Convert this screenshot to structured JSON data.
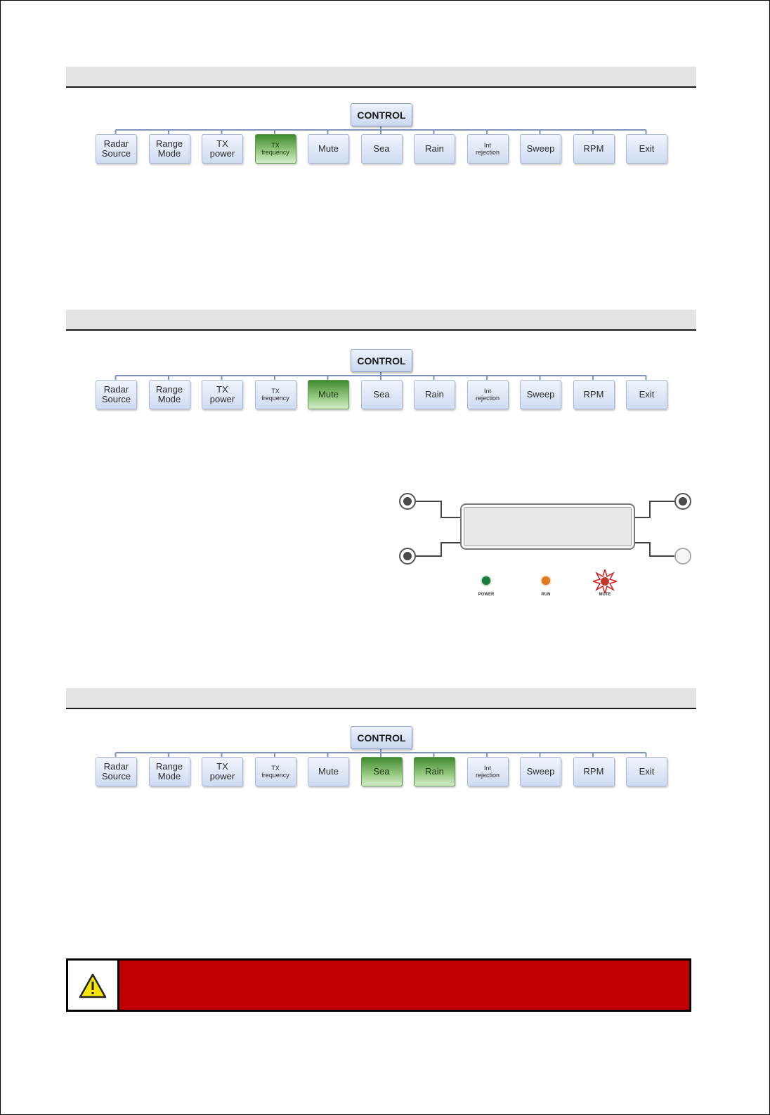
{
  "diagrams": [
    {
      "root": "CONTROL",
      "items": [
        {
          "label": "Radar\nSource",
          "active": false,
          "small": false
        },
        {
          "label": "Range\nMode",
          "active": false,
          "small": false
        },
        {
          "label": "TX\npower",
          "active": false,
          "small": false
        },
        {
          "label": "TX\nfrequency",
          "active": true,
          "small": true
        },
        {
          "label": "Mute",
          "active": false,
          "small": false
        },
        {
          "label": "Sea",
          "active": false,
          "small": false
        },
        {
          "label": "Rain",
          "active": false,
          "small": false
        },
        {
          "label": "Int\nrejection",
          "active": false,
          "small": true
        },
        {
          "label": "Sweep",
          "active": false,
          "small": false
        },
        {
          "label": "RPM",
          "active": false,
          "small": false
        },
        {
          "label": "Exit",
          "active": false,
          "small": false
        }
      ]
    },
    {
      "root": "CONTROL",
      "items": [
        {
          "label": "Radar\nSource",
          "active": false,
          "small": false
        },
        {
          "label": "Range\nMode",
          "active": false,
          "small": false
        },
        {
          "label": "TX\npower",
          "active": false,
          "small": false
        },
        {
          "label": "TX\nfrequency",
          "active": false,
          "small": true
        },
        {
          "label": "Mute",
          "active": true,
          "small": false
        },
        {
          "label": "Sea",
          "active": false,
          "small": false
        },
        {
          "label": "Rain",
          "active": false,
          "small": false
        },
        {
          "label": "Int\nrejection",
          "active": false,
          "small": true
        },
        {
          "label": "Sweep",
          "active": false,
          "small": false
        },
        {
          "label": "RPM",
          "active": false,
          "small": false
        },
        {
          "label": "Exit",
          "active": false,
          "small": false
        }
      ]
    },
    {
      "root": "CONTROL",
      "items": [
        {
          "label": "Radar\nSource",
          "active": false,
          "small": false
        },
        {
          "label": "Range\nMode",
          "active": false,
          "small": false
        },
        {
          "label": "TX\npower",
          "active": false,
          "small": false
        },
        {
          "label": "TX\nfrequency",
          "active": false,
          "small": true
        },
        {
          "label": "Mute",
          "active": false,
          "small": false
        },
        {
          "label": "Sea",
          "active": true,
          "small": false
        },
        {
          "label": "Rain",
          "active": true,
          "small": false
        },
        {
          "label": "Int\nrejection",
          "active": false,
          "small": true
        },
        {
          "label": "Sweep",
          "active": false,
          "small": false
        },
        {
          "label": "RPM",
          "active": false,
          "small": false
        },
        {
          "label": "Exit",
          "active": false,
          "small": false
        }
      ]
    }
  ],
  "panel": {
    "leds": [
      {
        "label": "POWER",
        "color": "#1e7a3a",
        "state": "on"
      },
      {
        "label": "RUN",
        "color": "#e07a1f",
        "state": "on"
      },
      {
        "label": "MUTE",
        "color": "#c0392b",
        "state": "flashing"
      }
    ],
    "knobs": [
      {
        "name": "top-left",
        "state": "filled"
      },
      {
        "name": "bottom-left",
        "state": "filled"
      },
      {
        "name": "top-right",
        "state": "filled"
      },
      {
        "name": "bottom-right",
        "state": "empty"
      }
    ]
  },
  "warning": {
    "icon": "warning-triangle-icon",
    "text": "",
    "background": "#c00000"
  }
}
